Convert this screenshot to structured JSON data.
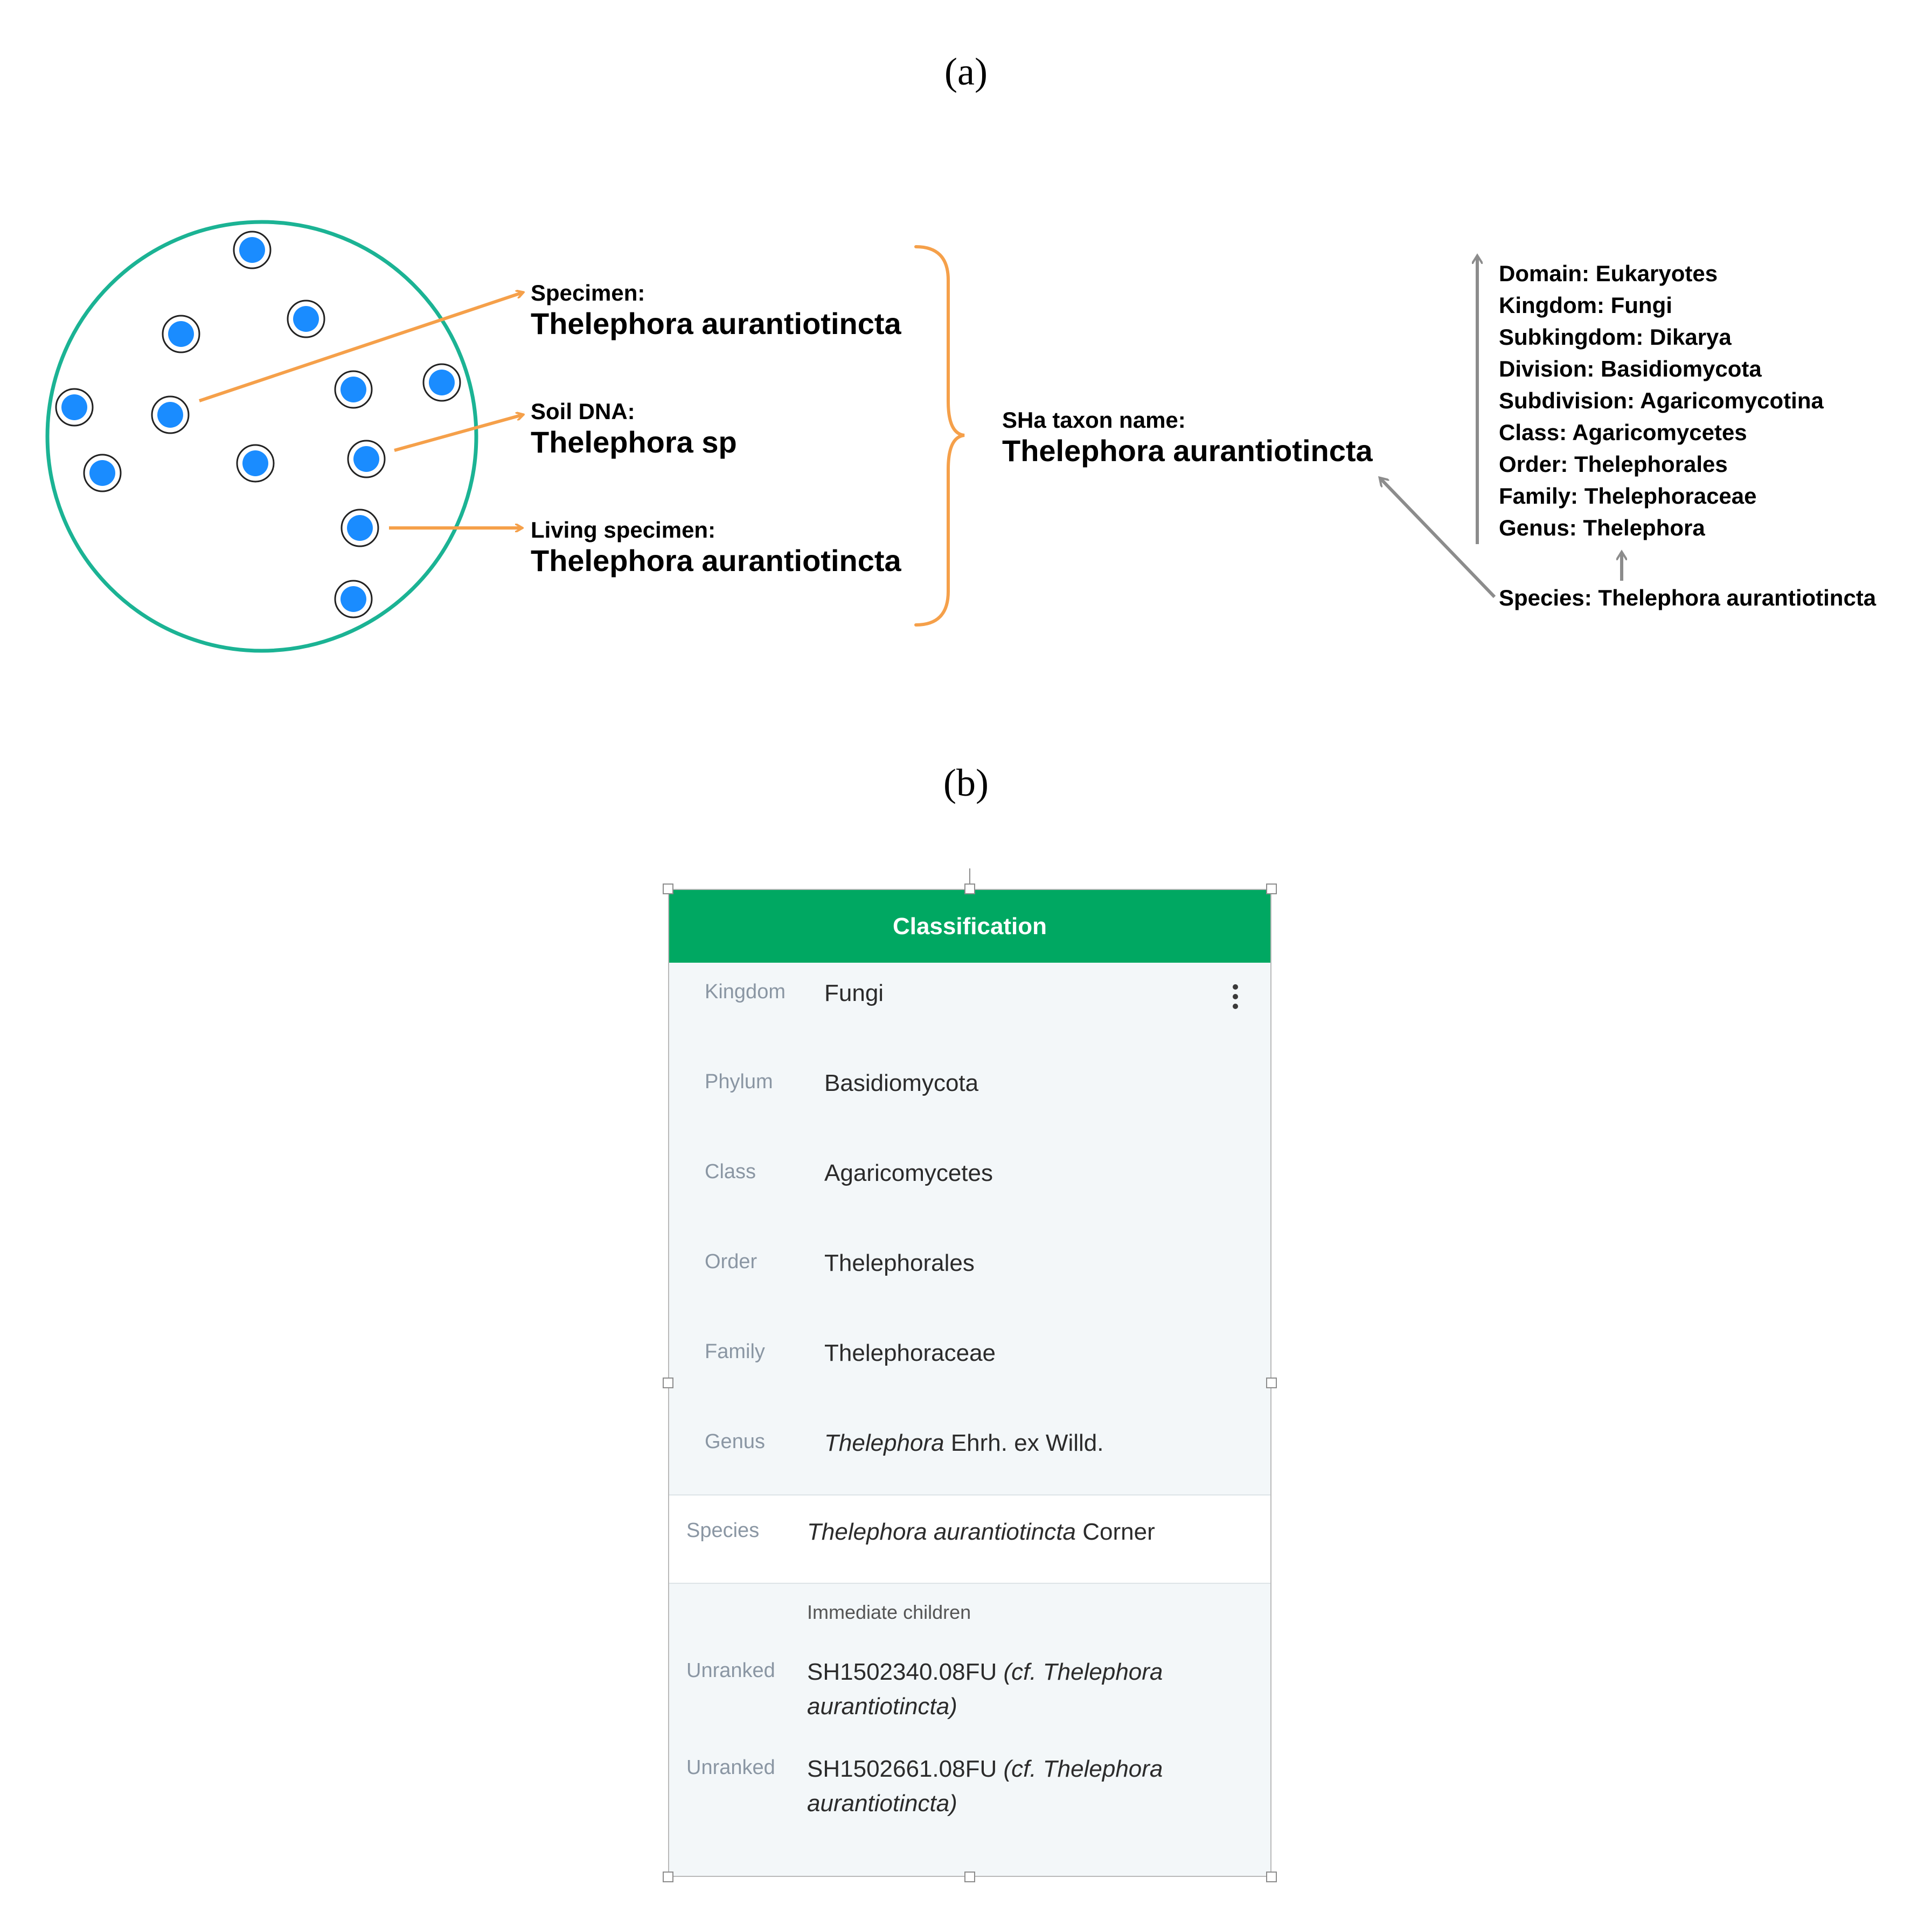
{
  "panel_a": {
    "label": "(a)",
    "sources": [
      {
        "caption": "Specimen:",
        "name": "Thelephora aurantiotincta"
      },
      {
        "caption": "Soil DNA:",
        "name": "Thelephora sp"
      },
      {
        "caption": "Living specimen:",
        "name": "Thelephora aurantiotincta"
      }
    ],
    "sha": {
      "caption": "SHa taxon name:",
      "name": "Thelephora aurantiotincta"
    },
    "hierarchy": [
      "Domain: Eukaryotes",
      "Kingdom: Fungi",
      "Subkingdom: Dikarya",
      "Division: Basidiomycota",
      "Subdivision: Agaricomycotina",
      "Class: Agaricomycetes",
      "Order: Thelephorales",
      "Family: Thelephoraceae",
      "Genus: Thelephora"
    ],
    "species": "Species: Thelephora aurantiotincta",
    "colors": {
      "circle": "#1bb394",
      "dot": "#1a8cff",
      "arrow_orange": "#f5a04a",
      "arrow_gray": "#8c8c8c"
    }
  },
  "panel_b": {
    "label": "(b)",
    "header": "Classification",
    "ranks": [
      {
        "rank": "Kingdom",
        "value": "Fungi"
      },
      {
        "rank": "Phylum",
        "value": "Basidiomycota"
      },
      {
        "rank": "Class",
        "value": "Agaricomycetes"
      },
      {
        "rank": "Order",
        "value": "Thelephorales"
      },
      {
        "rank": "Family",
        "value": "Thelephoraceae"
      },
      {
        "rank": "Genus",
        "value_italic": "Thelephora",
        "value_rest": " Ehrh. ex Willd."
      }
    ],
    "species": {
      "rank": "Species",
      "value_italic": "Thelephora aurantiotincta",
      "value_rest": " Corner"
    },
    "children_heading": "Immediate children",
    "children": [
      {
        "rank": "Unranked",
        "code": "SH1502340.08FU ",
        "line1_italic": "(cf. Thelephora",
        "line2_italic": "aurantiotincta)"
      },
      {
        "rank": "Unranked",
        "code": "SH1502661.08FU ",
        "line1_italic": "(cf. Thelephora",
        "line2_italic": "aurantiotincta)"
      }
    ],
    "colors": {
      "header_bg": "#00a862",
      "card_bg": "#f3f7f9"
    }
  }
}
